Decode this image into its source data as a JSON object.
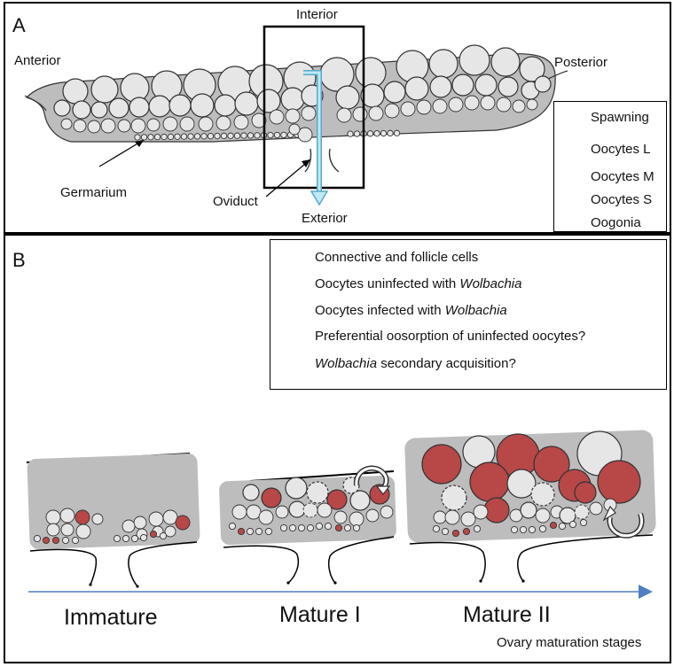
{
  "panel_a": {
    "letter": "A",
    "labels": {
      "anterior": "Anterior",
      "posterior": "Posterior",
      "interior": "Interior",
      "exterior": "Exterior",
      "germarium": "Germarium",
      "oviduct": "Oviduct"
    },
    "legend": [
      {
        "icon": "spawning-arrow-icon",
        "label": "Spawning"
      },
      {
        "icon": "oocyte-large-icon",
        "label": "Oocytes L"
      },
      {
        "icon": "oocyte-medium-icon",
        "label": "Oocytes M"
      },
      {
        "icon": "oocyte-small-icon",
        "label": "Oocytes S"
      },
      {
        "icon": "oogonia-icon",
        "label": "Oogonia"
      }
    ]
  },
  "panel_b": {
    "letter": "B",
    "legend": [
      {
        "icon": "connective-swatch-icon",
        "label": "Connective and follicle cells"
      },
      {
        "icon": "uninfected-swatch-icon",
        "label_pre": "Oocytes uninfected with ",
        "label_em": "Wolbachia",
        "label_post": ""
      },
      {
        "icon": "infected-swatch-icon",
        "label_pre": "Oocytes infected with ",
        "label_em": "Wolbachia",
        "label_post": ""
      },
      {
        "icon": "dashed-swatch-icon",
        "label": "Preferential oosorption of uninfected oocytes?"
      },
      {
        "icon": "curved-arrow-icon",
        "label_pre": "",
        "label_em": "Wolbachia",
        "label_post": " secondary acquisition?"
      }
    ],
    "stages": [
      "Immature",
      "Mature I",
      "Mature II"
    ],
    "axis_label": "Ovary maturation stages"
  },
  "colors": {
    "connective": "#bdbdbd",
    "uninfected": "#e6e6e6",
    "infected": "#b84747",
    "spawning": "#8fd3e8",
    "axis": "#4f7fc0"
  }
}
